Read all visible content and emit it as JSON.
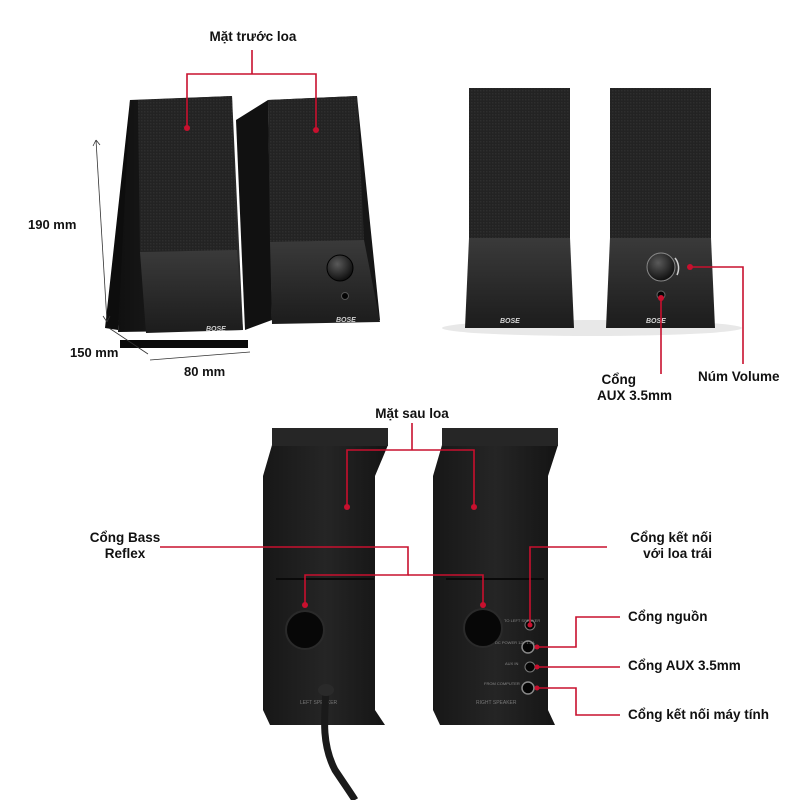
{
  "colors": {
    "callout": "#c8102e",
    "speaker": "#1e1e1e",
    "grille": "#2a2a2a"
  },
  "brand": "BOSE",
  "top_left": {
    "title": "Mặt trước loa",
    "dim_height": "190 mm",
    "dim_depth": "150 mm",
    "dim_width": "80 mm"
  },
  "top_right": {
    "aux_line1": "Cổng",
    "aux_line2": "AUX 3.5mm",
    "volume": "Núm Volume"
  },
  "bottom": {
    "title": "Mặt sau loa",
    "bass_line1": "Cổng Bass",
    "bass_line2": "Reflex",
    "left_conn_line1": "Cổng kết nối",
    "left_conn_line2": "với loa trái",
    "power": "Cổng nguồn",
    "aux": "Cổng AUX 3.5mm",
    "pc": "Cổng kết nối máy tính",
    "rear_left_label": "LEFT SPEAKER",
    "rear_right_label": "RIGHT SPEAKER",
    "jack_to_left": "TO LEFT SPEAKER",
    "jack_dc": "DC POWER 12V 1.5A",
    "jack_aux": "AUX IN",
    "jack_pc": "FROM COMPUTER"
  }
}
